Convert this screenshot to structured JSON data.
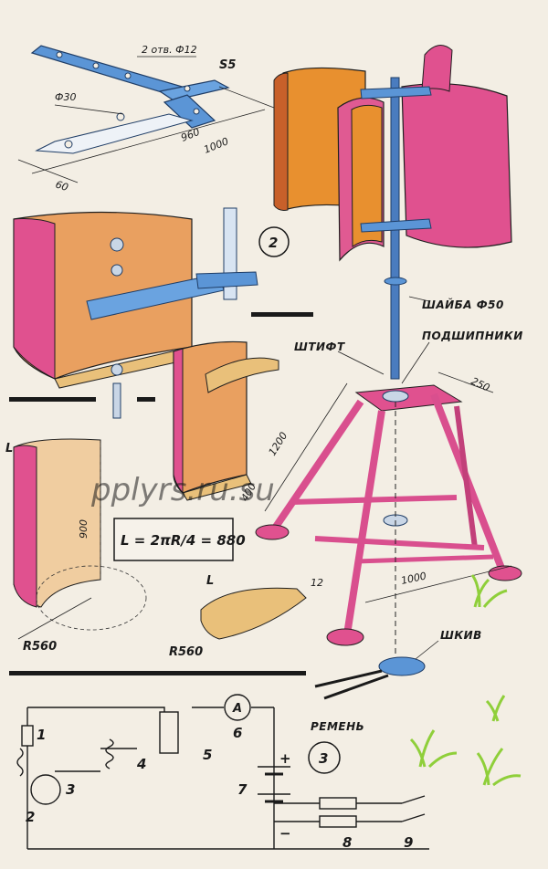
{
  "figure_numbers": {
    "fig2": "2",
    "fig3": "3"
  },
  "bracket_labels": {
    "holes": "2 отв. Ф12",
    "thickness": "S5",
    "diameter": "Ф30",
    "len960": "960",
    "len1000": "1000",
    "len60": "60"
  },
  "rotor_labels": {
    "washer": "ШАЙБА Ф50",
    "pin": "ШТИФТ",
    "bearings": "ПОДШИПНИКИ"
  },
  "tower_labels": {
    "h1200": "1200",
    "top250": "250",
    "foot400": "400",
    "base1000": "1000",
    "pulley": "ШКИВ",
    "belt": "РЕМЕНЬ"
  },
  "blade_labels": {
    "arc_l": "L",
    "h900": "900",
    "r560_left": "R560",
    "r560_right": "R560",
    "thick12": "12",
    "formula": "L = 2πR/4 = 880"
  },
  "circuit_labels": {
    "c1": "1",
    "c2": "2",
    "c3": "3",
    "c4": "4",
    "c5": "5",
    "c6": "6",
    "c7": "7",
    "c8": "8",
    "c9": "9",
    "ammeter": "A",
    "plus": "+",
    "minus": "−"
  },
  "watermark": "pplyrs.ru.su",
  "colors": {
    "bracket_blue": "#5b95d6",
    "blade_pink": "#e0518f",
    "blade_orange": "#e8902f",
    "wood": "#e9c07a",
    "frame_pink": "#d94f8e",
    "shaft_blue": "#4a7cbf",
    "grass": "#8fcf3a"
  }
}
